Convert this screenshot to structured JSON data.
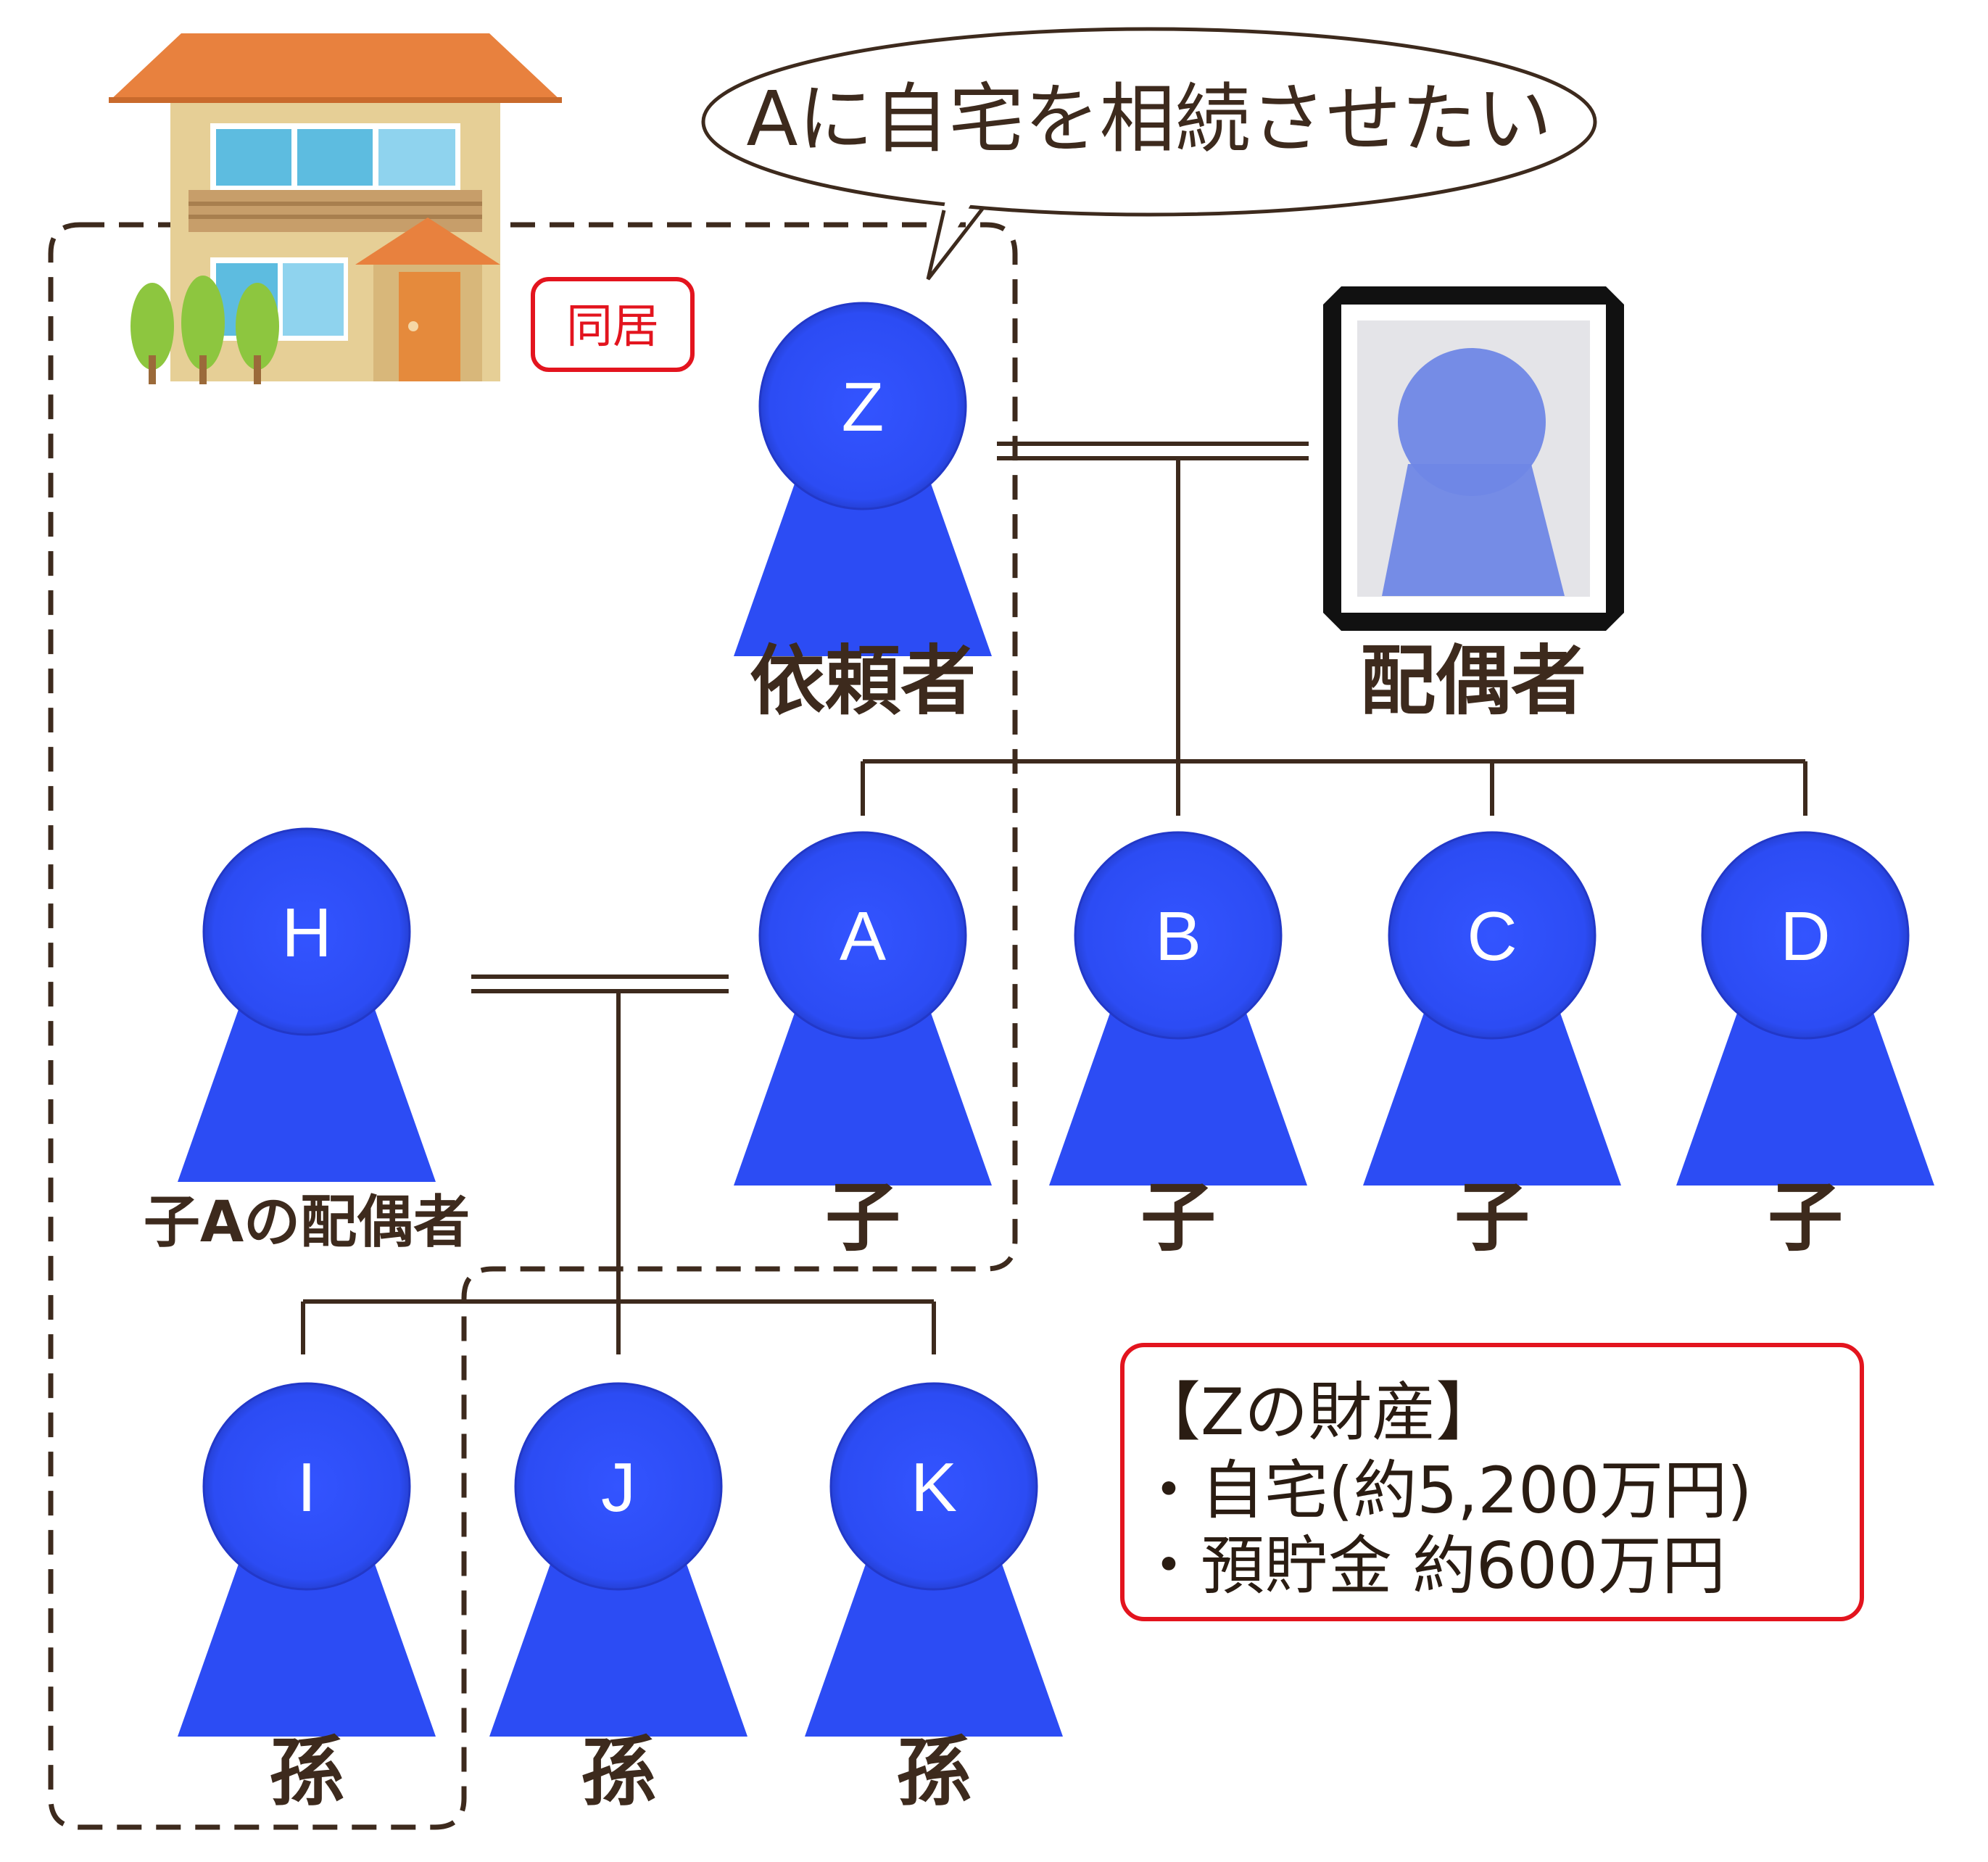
{
  "speech_bubble": {
    "text": "Aに自宅を相続させたい"
  },
  "cohabitation_tag": {
    "text": "同居"
  },
  "persons": {
    "Z": {
      "letter": "Z",
      "role": "依頼者"
    },
    "spouse": {
      "letter": "",
      "role": "配偶者"
    },
    "H": {
      "letter": "H",
      "role": "子Aの配偶者"
    },
    "A": {
      "letter": "A",
      "role": "子"
    },
    "B": {
      "letter": "B",
      "role": "子"
    },
    "C": {
      "letter": "C",
      "role": "子"
    },
    "D": {
      "letter": "D",
      "role": "子"
    },
    "I": {
      "letter": "I",
      "role": "孫"
    },
    "J": {
      "letter": "J",
      "role": "孫"
    },
    "K": {
      "letter": "K",
      "role": "孫"
    }
  },
  "assets": {
    "title": "【Zの財産】",
    "items": [
      "・自宅(約5,200万円)",
      "・預貯金 約600万円"
    ]
  },
  "colors": {
    "person": "#2c4cf4",
    "line": "#3d2a1d",
    "accent_red": "#e3141e",
    "roof": "#e8813e",
    "wall": "#e6cf96",
    "window": "#5dbce0",
    "door": "#e58a3c",
    "tree": "#8dc63f"
  },
  "icons": {
    "house": "house-icon",
    "portrait": "memorial-portrait-icon"
  }
}
